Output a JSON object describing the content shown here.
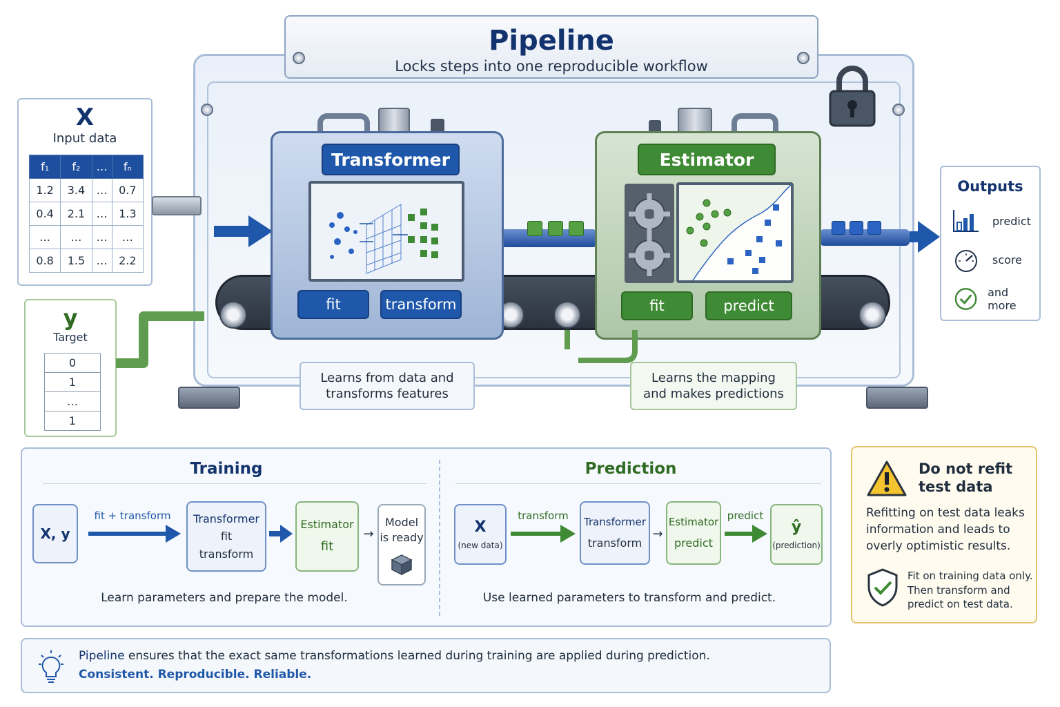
{
  "title": {
    "heading": "Pipeline",
    "subtitle": "Locks steps into one reproducible workflow"
  },
  "input": {
    "symbol": "X",
    "label": "Input data",
    "headers": [
      "f₁",
      "f₂",
      "…",
      "fₙ"
    ],
    "rows": [
      [
        "1.2",
        "3.4",
        "…",
        "0.7"
      ],
      [
        "0.4",
        "2.1",
        "…",
        "1.3"
      ],
      [
        "…",
        "…",
        "…",
        "…"
      ],
      [
        "0.8",
        "1.5",
        "…",
        "2.2"
      ]
    ]
  },
  "target": {
    "symbol": "y",
    "label": "Target",
    "values": [
      "0",
      "1",
      "…",
      "1"
    ]
  },
  "transformer": {
    "title": "Transformer",
    "buttons": [
      "fit",
      "transform"
    ],
    "description_lines": [
      "Learns from data and",
      "transforms features"
    ]
  },
  "estimator": {
    "title": "Estimator",
    "buttons": [
      "fit",
      "predict"
    ],
    "description_lines": [
      "Learns the mapping",
      "and makes predictions"
    ]
  },
  "outputs": {
    "title": "Outputs",
    "items": [
      {
        "icon": "bar-chart-icon",
        "label": "predict"
      },
      {
        "icon": "gauge-icon",
        "label": "score"
      },
      {
        "icon": "check-circle-icon",
        "label": "and more"
      }
    ]
  },
  "training": {
    "title": "Training",
    "input": "X, y",
    "arrow_label": "fit + transform",
    "transformer": [
      "Transformer",
      "fit",
      "transform"
    ],
    "estimator": [
      "Estimator",
      "fit"
    ],
    "model": [
      "Model",
      "is ready"
    ],
    "caption": "Learn parameters and prepare the model."
  },
  "prediction": {
    "title": "Prediction",
    "input": [
      "X",
      "(new data)"
    ],
    "arrow_label_1": "transform",
    "transformer": [
      "Transformer",
      "transform"
    ],
    "estimator": [
      "Estimator",
      "predict"
    ],
    "arrow_label_2": "predict",
    "output": [
      "ŷ",
      "(prediction)"
    ],
    "caption": "Use learned parameters to transform and predict."
  },
  "warning": {
    "title_lines": [
      "Do not refit",
      "test data"
    ],
    "body_lines": [
      "Refitting on test data leaks",
      "information and leads to",
      "overly optimistic results."
    ],
    "tip_lines": [
      "Fit on training data only.",
      "Then transform and",
      "predict on test data."
    ]
  },
  "info": {
    "keyword": "Pipeline",
    "text": " ensures that the exact same transformations learned during training are applied during prediction.",
    "tagline": "Consistent. Reproducible. Reliable."
  },
  "colors": {
    "blue": "#1f57aa",
    "green": "#3f8a34",
    "navy": "#12336e",
    "warning": "#e6c36a"
  }
}
